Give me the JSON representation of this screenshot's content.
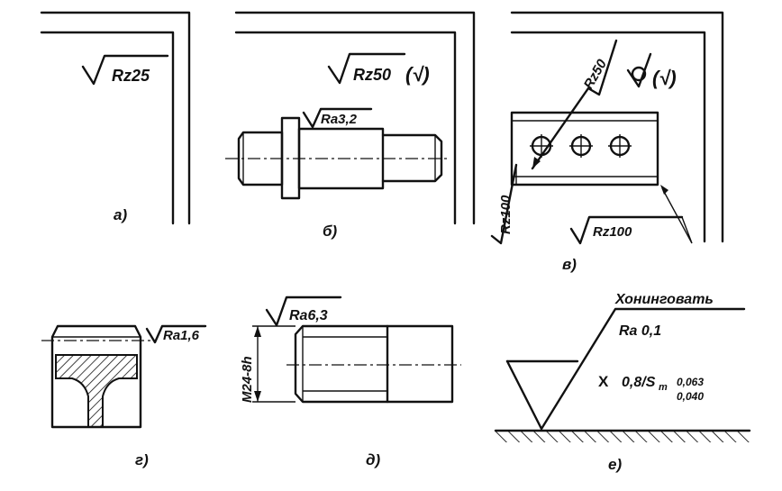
{
  "panels": {
    "a": {
      "symbol": "Rz25",
      "caption": "а)"
    },
    "b": {
      "symbol": "Rz50",
      "symbol_suffix": "(√)",
      "local": "Ra3,2",
      "caption": "б)"
    },
    "v": {
      "inclined": "Rz50",
      "suffix": "(√)",
      "left": "Rz100",
      "bottom": "Rz100",
      "caption": "в)"
    },
    "g": {
      "local": "Ra1,6",
      "caption": "г)"
    },
    "d": {
      "local": "Ra6,3",
      "dimension": "M24-8h",
      "caption": "д)"
    },
    "e": {
      "method": "Хонинговать",
      "param": "Ra 0,1",
      "cross": "X",
      "length_param": "0,8/S",
      "length_sub": "m",
      "upper": "0,063",
      "lower": "0,040",
      "caption": "е)"
    }
  },
  "colors": {
    "ink": "#111111",
    "paper": "#ffffff"
  }
}
